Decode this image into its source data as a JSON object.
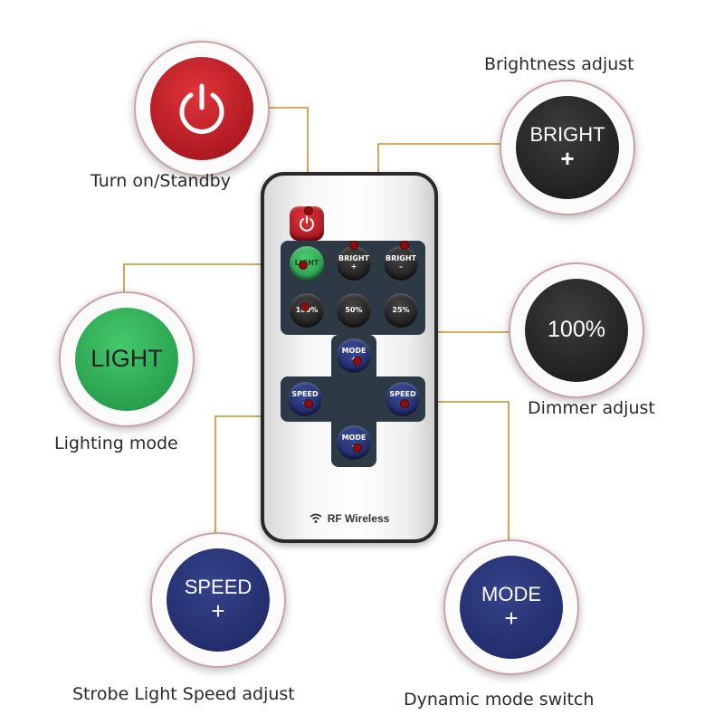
{
  "callouts": {
    "power": {
      "label": "Turn on/Standby"
    },
    "bright": {
      "line1": "BRIGHT",
      "line2": "+",
      "label": "Brightness adjust"
    },
    "light": {
      "text": "LIGHT",
      "label": "Lighting mode"
    },
    "dimmer": {
      "text": "100%",
      "label": "Dimmer adjust"
    },
    "speed": {
      "line1": "SPEED",
      "line2": "+",
      "label": "Strobe Light Speed adjust"
    },
    "mode": {
      "line1": "MODE",
      "line2": "+",
      "label": "Dynamic mode switch"
    }
  },
  "remote": {
    "buttons": {
      "light": "LIGHT",
      "bright_plus": {
        "l1": "BRIGHT",
        "l2": "+"
      },
      "bright_minus": {
        "l1": "BRIGHT",
        "l2": "–"
      },
      "p100": "100%",
      "p50": "50%",
      "p25": "25%",
      "mode_plus": {
        "l1": "MODE",
        "l2": "+"
      },
      "speed_minus": {
        "l1": "SPEED",
        "l2": "–"
      },
      "speed_plus": {
        "l1": "SPEED",
        "l2": "+"
      },
      "mode_minus": {
        "l1": "MODE",
        "l2": "–"
      }
    },
    "brand": "RF Wireless"
  },
  "colors": {
    "power": "#c3222a",
    "bright": "#2b2b2b",
    "light": "#2fae55",
    "dimmer": "#2b2b2b",
    "speed": "#232f6e",
    "mode": "#232f6e",
    "leader": "#c8902f"
  },
  "icons": {
    "power": "power-icon",
    "wifi": "wifi-icon"
  }
}
